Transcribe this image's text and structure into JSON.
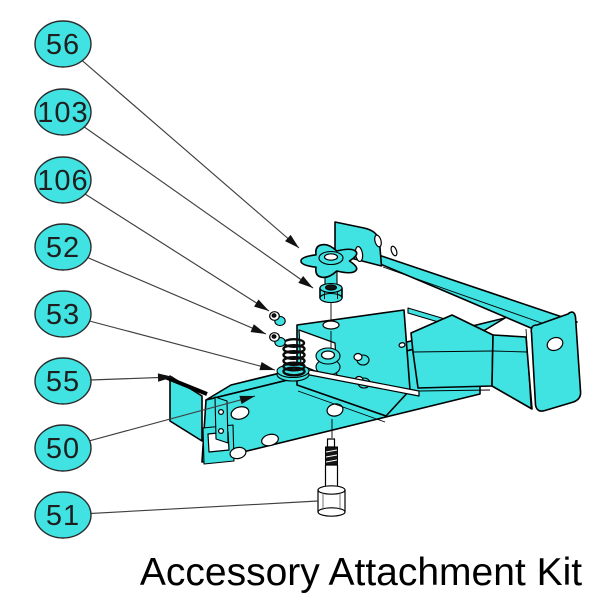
{
  "title": "Accessory Attachment Kit",
  "balloons": [
    {
      "label": "56"
    },
    {
      "label": "103"
    },
    {
      "label": "106"
    },
    {
      "label": "52"
    },
    {
      "label": "53"
    },
    {
      "label": "55"
    },
    {
      "label": "50"
    },
    {
      "label": "51"
    }
  ],
  "colors": {
    "part_fill": "#40E2E2",
    "outline": "#000000",
    "leader_line": "#3F3F3F",
    "balloon_text": "#1F1F1F",
    "title_color": "#000000",
    "background": "#FFFFFF"
  }
}
